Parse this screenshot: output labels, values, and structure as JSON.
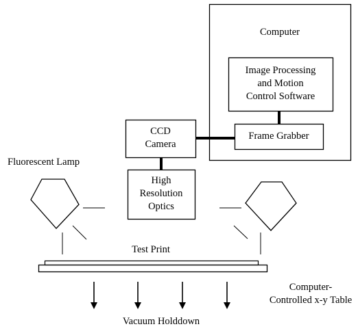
{
  "labels": {
    "computer": "Computer",
    "software": [
      "Image Processing",
      "and Motion",
      "Control Software"
    ],
    "frame_grabber": "Frame Grabber",
    "ccd_camera": [
      "CCD",
      "Camera"
    ],
    "optics": [
      "High",
      "Resolution",
      "Optics"
    ],
    "lamp": "Fluorescent Lamp",
    "test_print": "Test Print",
    "xy_table": [
      "Computer-",
      "Controlled x-y Table"
    ],
    "vacuum": "Vacuum Holddown"
  }
}
